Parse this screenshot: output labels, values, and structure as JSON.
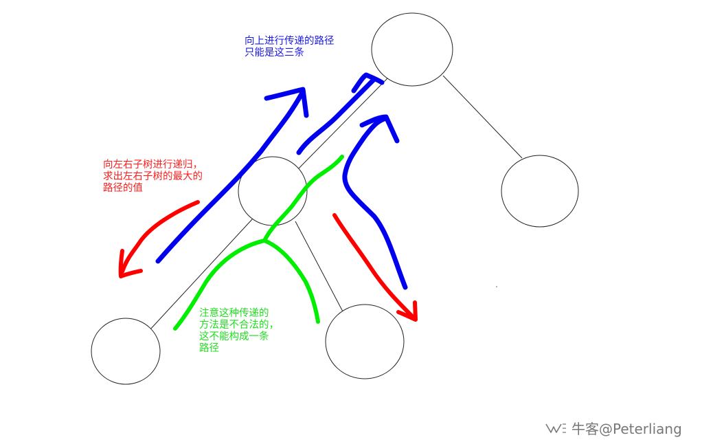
{
  "nodes": [
    {
      "id": "root"
    },
    {
      "id": "left-child"
    },
    {
      "id": "right-child"
    },
    {
      "id": "left-left-child"
    },
    {
      "id": "left-right-child"
    }
  ],
  "notes": {
    "blue": {
      "lines": [
        "向上进行传递的路径",
        "只能是这三条"
      ],
      "color": "#1919e6"
    },
    "red": {
      "lines": [
        "向左右子树进行递归，",
        "求出左右子树的最大的",
        "路径的值"
      ],
      "color": "#ff1e1e"
    },
    "green": {
      "lines": [
        "注意这种传递的",
        "方法是不合法的，",
        "这不能构成一条",
        "路径"
      ],
      "color": "#22dd22"
    }
  },
  "colors": {
    "blue": "#0000ee",
    "red": "#ff0000",
    "green": "#00ee00",
    "edge": "#222222"
  },
  "watermark": {
    "text": "牛客@Peterliang",
    "icon": "wechat-channel-icon"
  }
}
